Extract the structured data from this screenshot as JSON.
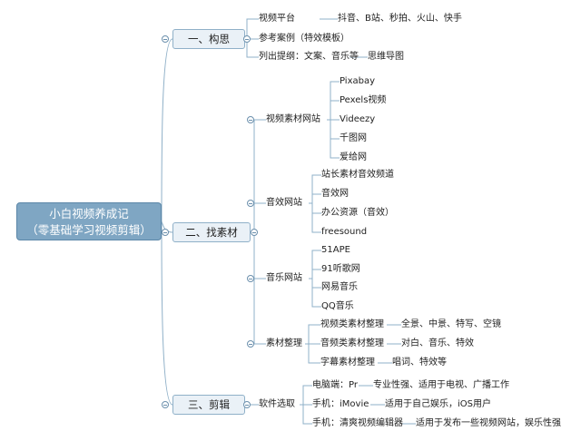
{
  "root": {
    "line1": "小白视频养成记",
    "line2": "（零基础学习视频剪辑）"
  },
  "topics": {
    "t1": "一、构思",
    "t2": "二、找素材",
    "t3": "三、剪辑"
  },
  "gouSi": {
    "platform": "视频平台",
    "platform_list": "抖音、B站、秒拍、火山、快手",
    "reference": "参考案例（特效模板）",
    "outline": "列出提纲：文案、音乐等",
    "mindmap": "思维导图"
  },
  "material": {
    "video_sites": "视频素材网站",
    "video_list": [
      "Pixabay",
      "Pexels视频",
      "Videezy",
      "千图网",
      "爱给网"
    ],
    "sfx_sites": "音效网站",
    "sfx_list": [
      "站长素材音效频道",
      "音效网",
      "办公资源（音效）",
      "freesound"
    ],
    "music_sites": "音乐网站",
    "music_list": [
      "51APE",
      "91听歌网",
      "网易音乐",
      "QQ音乐"
    ],
    "organize": "素材整理",
    "organize_items": [
      {
        "label": "视频类素材整理",
        "detail": "全景、中景、特写、空镜"
      },
      {
        "label": "音频类素材整理",
        "detail": "对白、音乐、特效"
      },
      {
        "label": "字幕素材整理",
        "detail": "唱词、特效等"
      }
    ]
  },
  "editing": {
    "software": "软件选取",
    "items": [
      {
        "label": "电脑端：Pr",
        "detail": "专业性强、适用于电视、广播工作"
      },
      {
        "label": "手机：iMovie",
        "detail": "适用于自己娱乐，iOS用户"
      },
      {
        "label": "手机：清爽视频编辑器",
        "detail": "适用于发布一些视频网站，娱乐性强"
      }
    ]
  }
}
